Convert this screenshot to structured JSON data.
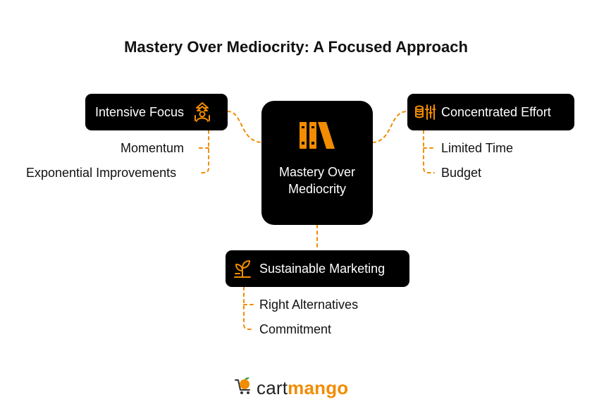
{
  "title": "Mastery Over Mediocrity: A Focused Approach",
  "colors": {
    "accent": "#f28c00",
    "node_bg": "#000000",
    "node_text": "#ffffff",
    "text": "#111111"
  },
  "center": {
    "label": "Mastery Over Mediocrity",
    "icon": "library-columns-icon"
  },
  "nodes": {
    "intensive_focus": {
      "label": "Intensive Focus",
      "icon": "ascending-person-icon",
      "children": [
        "Momentum",
        "Exponential Improvements"
      ]
    },
    "concentrated_effort": {
      "label": "Concentrated Effort",
      "icon": "coins-balance-icon",
      "children": [
        "Limited Time",
        "Budget"
      ]
    },
    "sustainable_marketing": {
      "label": "Sustainable Marketing",
      "icon": "growing-plant-icon",
      "children": [
        "Right Alternatives",
        "Commitment"
      ]
    }
  },
  "logo": {
    "part1": "cart",
    "part2": "mango",
    "icon": "mango-cart-icon"
  }
}
